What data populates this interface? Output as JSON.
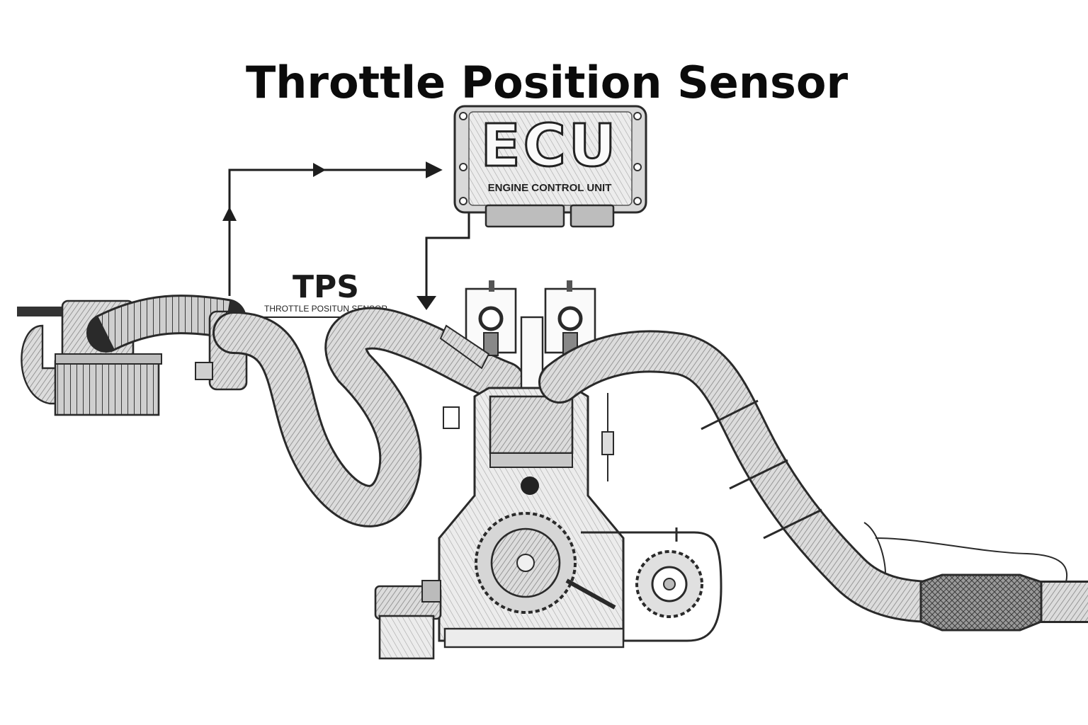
{
  "title": "Throttle Position Sensor",
  "ecu": {
    "label": "ECU",
    "sublabel": "ENGINE CONTROL UNIT"
  },
  "tps": {
    "label": "TPS",
    "sublabel": "THROTTLE POSITUN SENSOR"
  },
  "colors": {
    "ink": "#2a2a2a",
    "shade": "#8a8a8a",
    "light_shade": "#cfcfcf",
    "background": "#ffffff"
  }
}
